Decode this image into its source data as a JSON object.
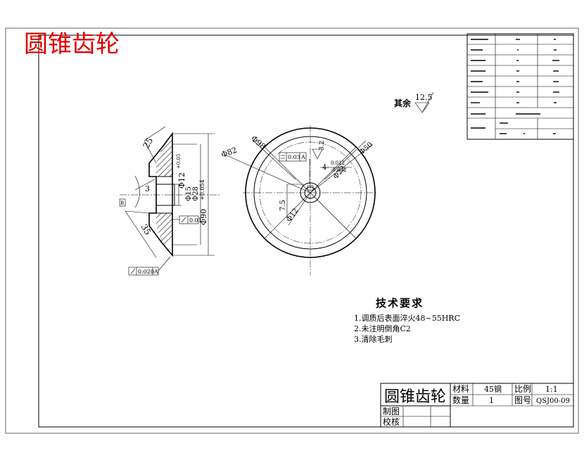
{
  "title_red": "圆锥齿轮",
  "surface_finish": {
    "label": "其余",
    "value": "12.5"
  },
  "params_table": [
    [
      "",
      "",
      "",
      ""
    ],
    [
      "",
      "",
      "",
      ""
    ],
    [
      "",
      "",
      "",
      ""
    ],
    [
      "",
      "",
      "",
      ""
    ],
    [
      "",
      "",
      "",
      ""
    ],
    [
      "",
      "",
      "",
      ""
    ],
    [
      "",
      "",
      "",
      ""
    ],
    [
      "",
      "",
      "",
      ""
    ],
    [
      "",
      "",
      "",
      ""
    ]
  ],
  "side_view": {
    "dim_25": "25",
    "dim_12": "Φ12",
    "dim_12_tol": "+0.05",
    "dim_15": "Φ15",
    "dim_28": "Φ28",
    "dim_90": "Φ90",
    "dim_90_tol": "+0.054",
    "dim_35": "35",
    "dim_3": "3",
    "angle_label": "",
    "runout": "0.01",
    "runout_bottom": "0.020",
    "datum": "A",
    "datum_left": "B"
  },
  "front_view": {
    "dim_98": "Φ98",
    "dim_82": "Φ82",
    "dim_50": "Φ50",
    "dim_22": "Φ22",
    "dim_12": "Φ12",
    "dim_7_5": "7.5",
    "dim_4_": "4-",
    "dim_4_tol_up": "0.012",
    "dim_4_tol_low": "-0.042",
    "flatness": "0.03",
    "flatness_datum": "A",
    "finish_32": "3.2"
  },
  "tech_requirements": {
    "heading": "技术要求",
    "items": [
      "1.调质后表面淬火48~55HRC",
      "2.未注明倒角C2",
      "3.清除毛刺"
    ]
  },
  "title_block": {
    "name": "圆锥齿轮",
    "material_label": "材料",
    "material_value": "45钢",
    "scale_label": "比例",
    "scale_value": "1:1",
    "qty_label": "数量",
    "qty_value": "1",
    "drawing_no_label": "图号",
    "drawing_no_value": "QSJ00-09",
    "drawn_label": "制图",
    "checked_label": "校核"
  }
}
